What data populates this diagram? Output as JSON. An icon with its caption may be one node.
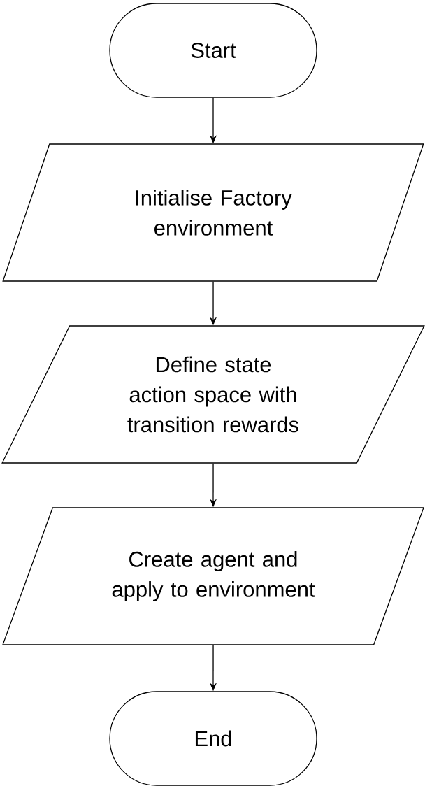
{
  "diagram": {
    "nodes": [
      {
        "text": [
          "Start"
        ]
      },
      {
        "text": [
          "Initialise Factory environment"
        ]
      },
      {
        "text": [
          "Define state action space with transition rewards"
        ]
      },
      {
        "text": [
          "Create agent and apply to environment"
        ]
      },
      {
        "text": [
          "End"
        ]
      }
    ],
    "edges": [
      {
        "from": 0,
        "to": 1,
        "arrow": "to"
      },
      {
        "from": 1,
        "to": 2,
        "arrow": "to"
      },
      {
        "from": 2,
        "to": 3,
        "arrow": "to"
      },
      {
        "from": 3,
        "to": 4,
        "arrow": "to"
      }
    ]
  }
}
